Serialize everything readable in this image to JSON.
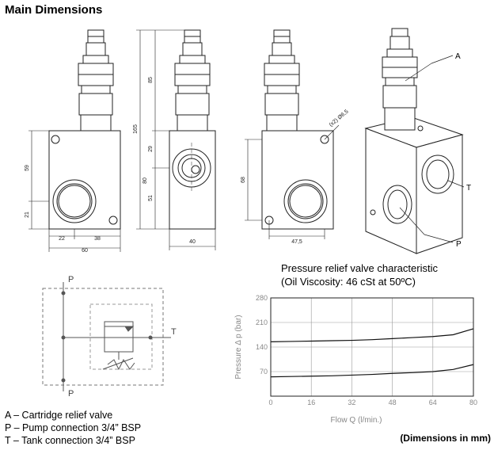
{
  "heading": "Main Dimensions",
  "drawing": {
    "dims": {
      "d59": "59",
      "d21": "21",
      "d22": "22",
      "d38": "38",
      "d60": "60",
      "d165": "165",
      "d85": "85",
      "d29": "29",
      "d80": "80",
      "d51": "51",
      "d40": "40",
      "d68": "68",
      "d47_5": "47,5",
      "hole": "(x2) Ø6,5"
    },
    "callouts": {
      "a": "A",
      "t": "T",
      "p": "P"
    }
  },
  "schematic": {
    "p_top": "P",
    "p_bottom": "P",
    "t": "T"
  },
  "legend": [
    "A – Cartridge relief valve",
    "P – Pump connection 3/4” BSP",
    "T – Tank connection  3/4” BSP"
  ],
  "chart_data": {
    "type": "line",
    "title": "Pressure relief valve characteristic",
    "subtitle": "(Oil Viscosity: 46 cSt at 50ºC)",
    "xlabel": "Flow  Q  (l/min.)",
    "ylabel": "Pressure  Δ p  (bar)",
    "xlim": [
      0,
      80
    ],
    "ylim": [
      0,
      280
    ],
    "xticks": [
      0,
      16,
      32,
      48,
      64,
      80
    ],
    "yticks": [
      70,
      140,
      210,
      280
    ],
    "grid": true,
    "series": [
      {
        "x": [
          0,
          8,
          16,
          24,
          32,
          40,
          48,
          56,
          64,
          72,
          80
        ],
        "y": [
          155,
          156,
          157,
          158,
          159,
          161,
          164,
          167,
          170,
          175,
          192
        ]
      },
      {
        "x": [
          0,
          8,
          16,
          24,
          32,
          40,
          48,
          56,
          64,
          72,
          80
        ],
        "y": [
          55,
          56,
          57,
          58,
          60,
          62,
          65,
          67,
          70,
          76,
          90
        ]
      }
    ]
  },
  "dimensions_note": "(Dimensions in mm)"
}
